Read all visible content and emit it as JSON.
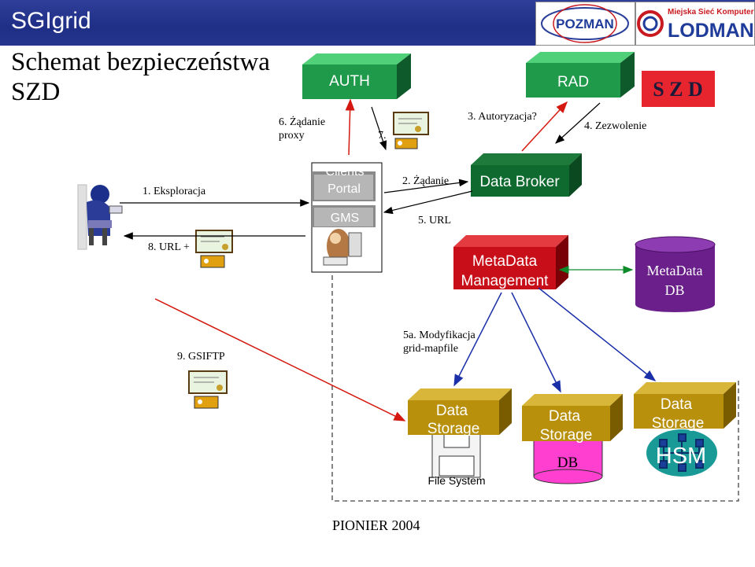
{
  "header": {
    "app_title": "SGIgrid",
    "logo_text": "POZMAN",
    "lodman_top": "Miejska Sieć Komputerowa",
    "lodman_name": "LODMAN"
  },
  "title": {
    "line1": "Schemat bezpieczeństwa",
    "line2": "SZD"
  },
  "boxes": {
    "auth": "AUTH",
    "rad": "RAD",
    "szd": "S Z D",
    "clients": "Clients",
    "portal": "Portal",
    "gms": "GMS",
    "data_broker": "Data Broker",
    "metadata_mgmt_1": "MetaData",
    "metadata_mgmt_2": "Management",
    "metadata_db_1": "MetaData",
    "metadata_db_2": "DB",
    "ds1_1": "Data",
    "ds1_2": "Storage",
    "file_system": "File System",
    "ds2_1": "Data",
    "ds2_2": "Storage",
    "db": "DB",
    "ds3_1": "Data",
    "ds3_2": "Storage",
    "hsm": "HSM"
  },
  "labels": {
    "step6_1": "6. Żądanie",
    "step6_2": "proxy",
    "step7": "7.",
    "step3": "3. Autoryzacja?",
    "step4": "4. Zezwolenie",
    "step1": "1. Eksploracja",
    "step2": "2. Żądanie",
    "step5": "5. URL",
    "step8": "8. URL +",
    "step9": "9. GSIFTP",
    "step5a_1": "5a. Modyfikacja",
    "step5a_2": "grid-mapfile"
  },
  "footer": "PIONIER 2004",
  "colors": {
    "green_box": "#1f9a4a",
    "dark_green": "#0f5a2a",
    "red_box": "#c80e18",
    "metadata_db": "#6a1f8a",
    "storage_gold": "#b8900c",
    "pink_db": "#ff3fd0",
    "hsm_teal": "#1a9a96",
    "szd_red": "#e6252e",
    "header_blue": "#24338c"
  }
}
